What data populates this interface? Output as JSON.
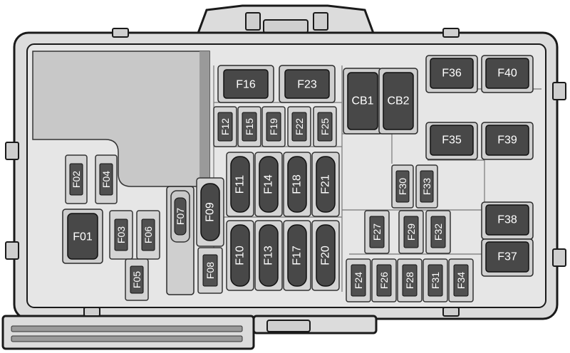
{
  "colors": {
    "fuse_fill": "#484848",
    "fuse_label": "#ffffff",
    "housing_fill": "#dcdcdc",
    "outline": "#1a1a1a"
  },
  "fuses": {
    "f01": "F01",
    "f02": "F02",
    "f03": "F03",
    "f04": "F04",
    "f05": "F05",
    "f06": "F06",
    "f07": "F07",
    "f08": "F08",
    "f09": "F09",
    "f10": "F10",
    "f11": "F11",
    "f12": "F12",
    "f13": "F13",
    "f14": "F14",
    "f15": "F15",
    "f16": "F16",
    "f17": "F17",
    "f18": "F18",
    "f19": "F19",
    "f20": "F20",
    "f21": "F21",
    "f22": "F22",
    "f23": "F23",
    "f24": "F24",
    "f25": "F25",
    "f26": "F26",
    "f27": "F27",
    "f28": "F28",
    "f29": "F29",
    "f30": "F30",
    "f31": "F31",
    "f32": "F32",
    "f33": "F33",
    "f34": "F34",
    "f35": "F35",
    "f36": "F36",
    "f37": "F37",
    "f38": "F38",
    "f39": "F39",
    "f40": "F40"
  },
  "breakers": {
    "cb1": "CB1",
    "cb2": "CB2"
  }
}
